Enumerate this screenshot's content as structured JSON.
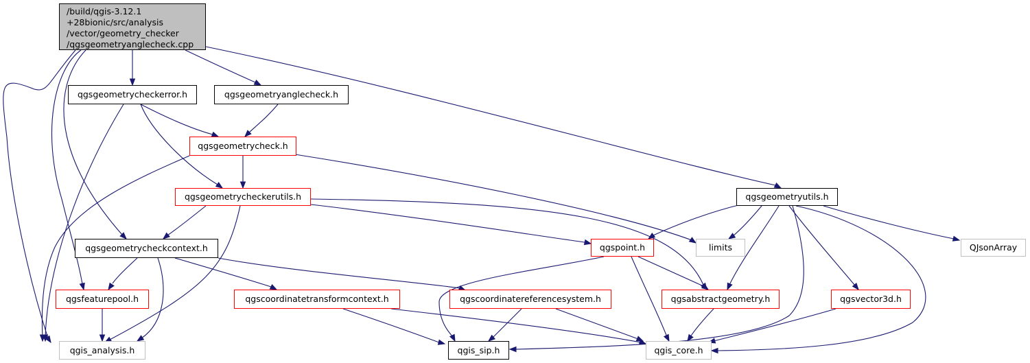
{
  "root": {
    "lines": [
      "/build/qgis-3.12.1",
      "+28bionic/src/analysis",
      "/vector/geometry_checker",
      "/qgsgeometryanglecheck.cpp"
    ]
  },
  "nodes": {
    "qgsgeometrycheckerror_h": "qgsgeometrycheckerror.h",
    "qgsgeometryanglecheck_h": "qgsgeometryanglecheck.h",
    "qgsgeometrycheck_h": "qgsgeometrycheck.h",
    "qgsgeometrycheckerutils_h": "qgsgeometrycheckerutils.h",
    "qgsgeometryutils_h": "qgsgeometryutils.h",
    "qgsgeometrycheckcontext_h": "qgsgeometrycheckcontext.h",
    "limits": "limits",
    "qgspoint_h": "qgspoint.h",
    "qjsonarray": "QJsonArray",
    "qgsfeaturepool_h": "qgsfeaturepool.h",
    "qgscoordinatetransformcontext_h": "qgscoordinatetransformcontext.h",
    "qgscoordinatereferencesystem_h": "qgscoordinatereferencesystem.h",
    "qgsabstractgeometry_h": "qgsabstractgeometry.h",
    "qgsvector3d_h": "qgsvector3d.h",
    "qgis_analysis_h": "qgis_analysis.h",
    "qgis_sip_h": "qgis_sip.h",
    "qgis_core_h": "qgis_core.h"
  },
  "colors": {
    "edge": "#191970",
    "documented_border": "#000000",
    "undocumented_border": "#ff0000",
    "external_border": "#bfbfbf",
    "root_fill": "#bfbfbf"
  }
}
